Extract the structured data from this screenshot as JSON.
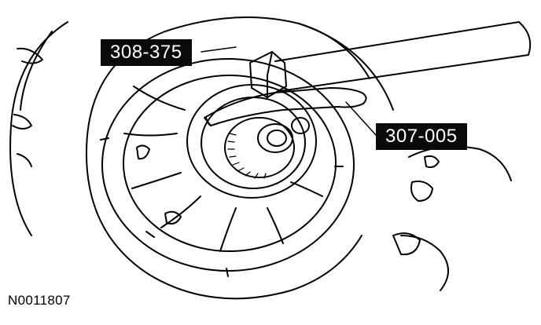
{
  "callouts": [
    {
      "text": "308-375"
    },
    {
      "text": "307-005"
    }
  ],
  "figure_id": "N0011807",
  "colors": {
    "ink": "#000000",
    "label_bg": "#0a0a0a",
    "label_text": "#ffffff",
    "background": "#ffffff"
  }
}
